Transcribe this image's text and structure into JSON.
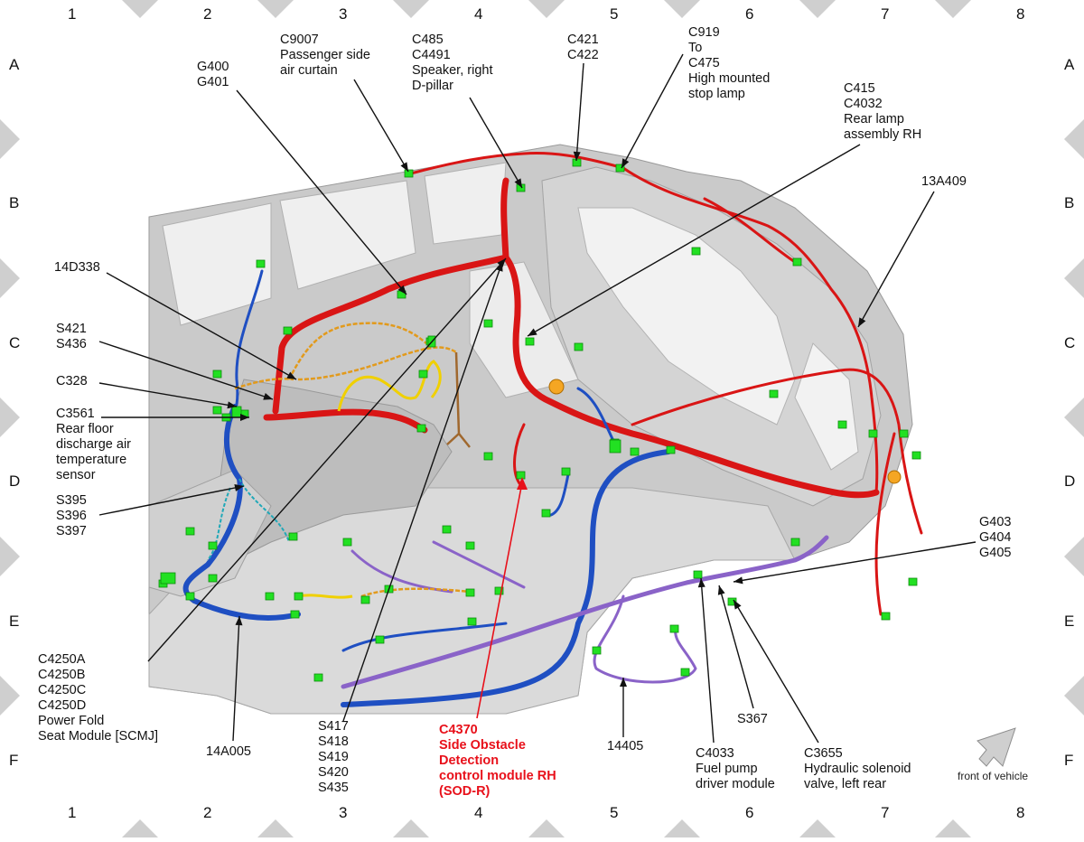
{
  "grid": {
    "columns": [
      "1",
      "2",
      "3",
      "4",
      "5",
      "6",
      "7",
      "8"
    ],
    "rows": [
      "A",
      "B",
      "C",
      "D",
      "E",
      "F"
    ]
  },
  "front_note": "front of vehicle",
  "callouts": {
    "c9007": "C9007\nPassenger side\nair curtain",
    "g400": "G400\nG401",
    "c485": "C485\nC4491\nSpeaker, right\nD-pillar",
    "c421": "C421\nC422",
    "c919": "C919\n   To\nC475\nHigh mounted\nstop lamp",
    "c415": "C415\nC4032\nRear lamp\nassembly RH",
    "13a409": "13A409",
    "14d338": "14D338",
    "s421": "S421\nS436",
    "c328": "C328",
    "c3561": "C3561\nRear floor\ndischarge air\ntemperature\nsensor",
    "s395": "S395\nS396\nS397",
    "g403": "G403\nG404\nG405",
    "c4250": "C4250A\nC4250B\nC4250C\nC4250D\nPower Fold\nSeat Module [SCMJ]",
    "14a005": "14A005",
    "s417": "S417\nS418\nS419\nS420\nS435",
    "c4370": "C4370\nSide Obstacle\nDetection\ncontrol module RH\n(SOD-R)",
    "14405": "14405",
    "c4033": "C4033\nFuel pump\ndriver module",
    "s367": "S367",
    "c3655": "C3655\nHydraulic solenoid\nvalve, left rear"
  },
  "colors": {
    "harness_red": "#d91515",
    "harness_blue": "#1f4fc2",
    "harness_purple": "#8a63c8",
    "harness_yellow": "#f0d000",
    "harness_orange": "#e29a1c",
    "harness_teal": "#20a8b8",
    "connector_green": "#22e022",
    "body_gray": "#c9c9c9",
    "accent_red_text": "#e8101a"
  }
}
